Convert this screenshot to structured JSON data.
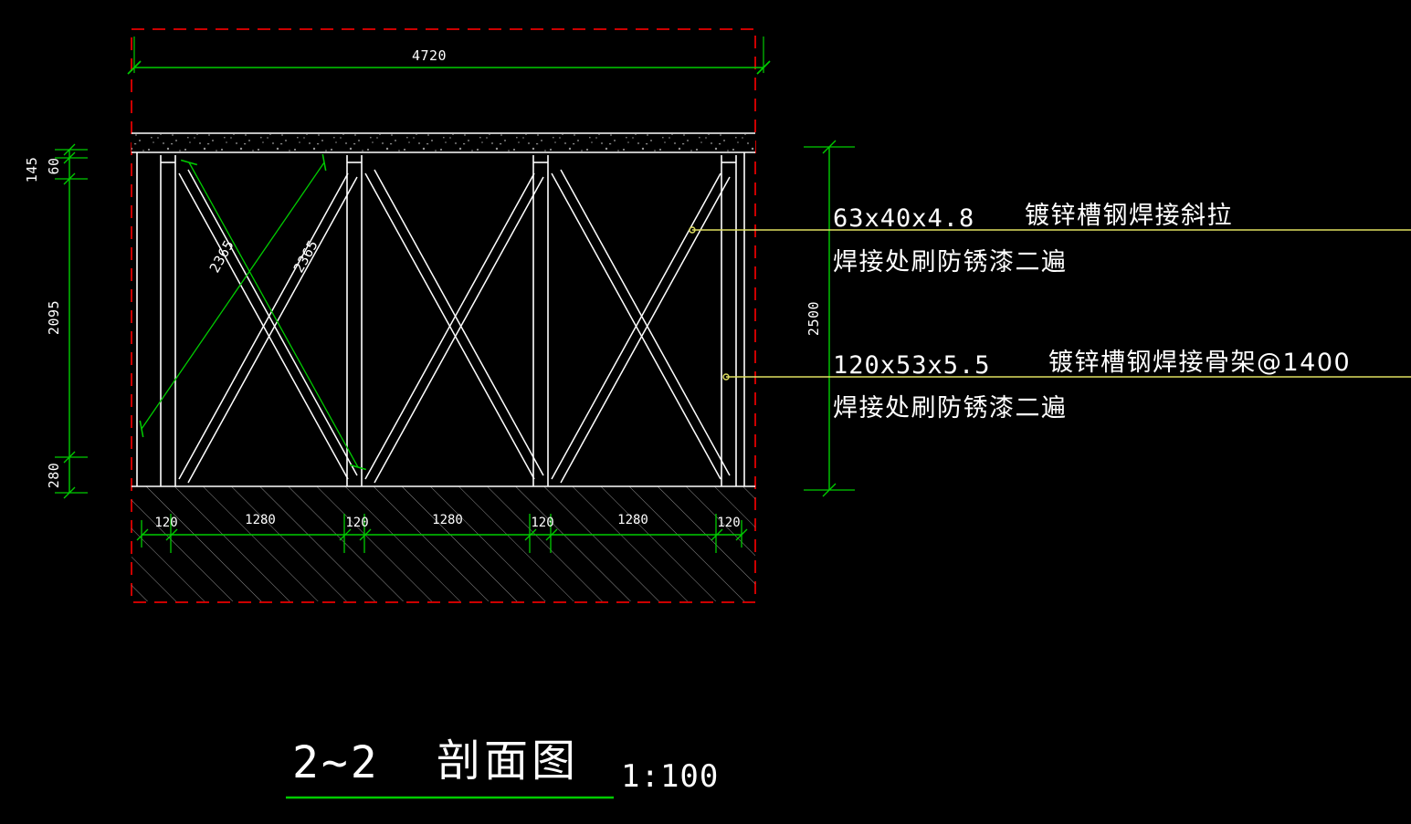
{
  "drawing": {
    "title_main": "2~2",
    "title_name": "剖面图",
    "title_scale": "1:100",
    "colors": {
      "background": "#000000",
      "geometry": "#ffffff",
      "dimension": "#00cc00",
      "boundary": "#cc0000",
      "leader": "#e0e060",
      "hatch": "#9a9a9a"
    }
  },
  "dimensions": {
    "top_overall": "4720",
    "right_overall": "2500",
    "left_chain": [
      {
        "value": "145",
        "label": "top-band-thickness"
      },
      {
        "value": "60",
        "label": "deck-thickness"
      },
      {
        "value": "2095",
        "label": "frame-height"
      },
      {
        "value": "280",
        "label": "footing-depth"
      }
    ],
    "bottom_chain": [
      "120",
      "1280",
      "120",
      "1280",
      "120",
      "1280",
      "120"
    ],
    "brace_labels": [
      "2365",
      "2365"
    ]
  },
  "annotations": [
    {
      "id": "brace-note",
      "spec": "63x40x4.8",
      "text_cn": "镀锌槽钢焊接斜拉",
      "text_cn2": "焊接处刷防锈漆二遍"
    },
    {
      "id": "frame-note",
      "spec": "120x53x5.5",
      "text_cn": "镀锌槽钢焊接骨架@1400",
      "text_cn2": "焊接处刷防锈漆二遍"
    }
  ]
}
